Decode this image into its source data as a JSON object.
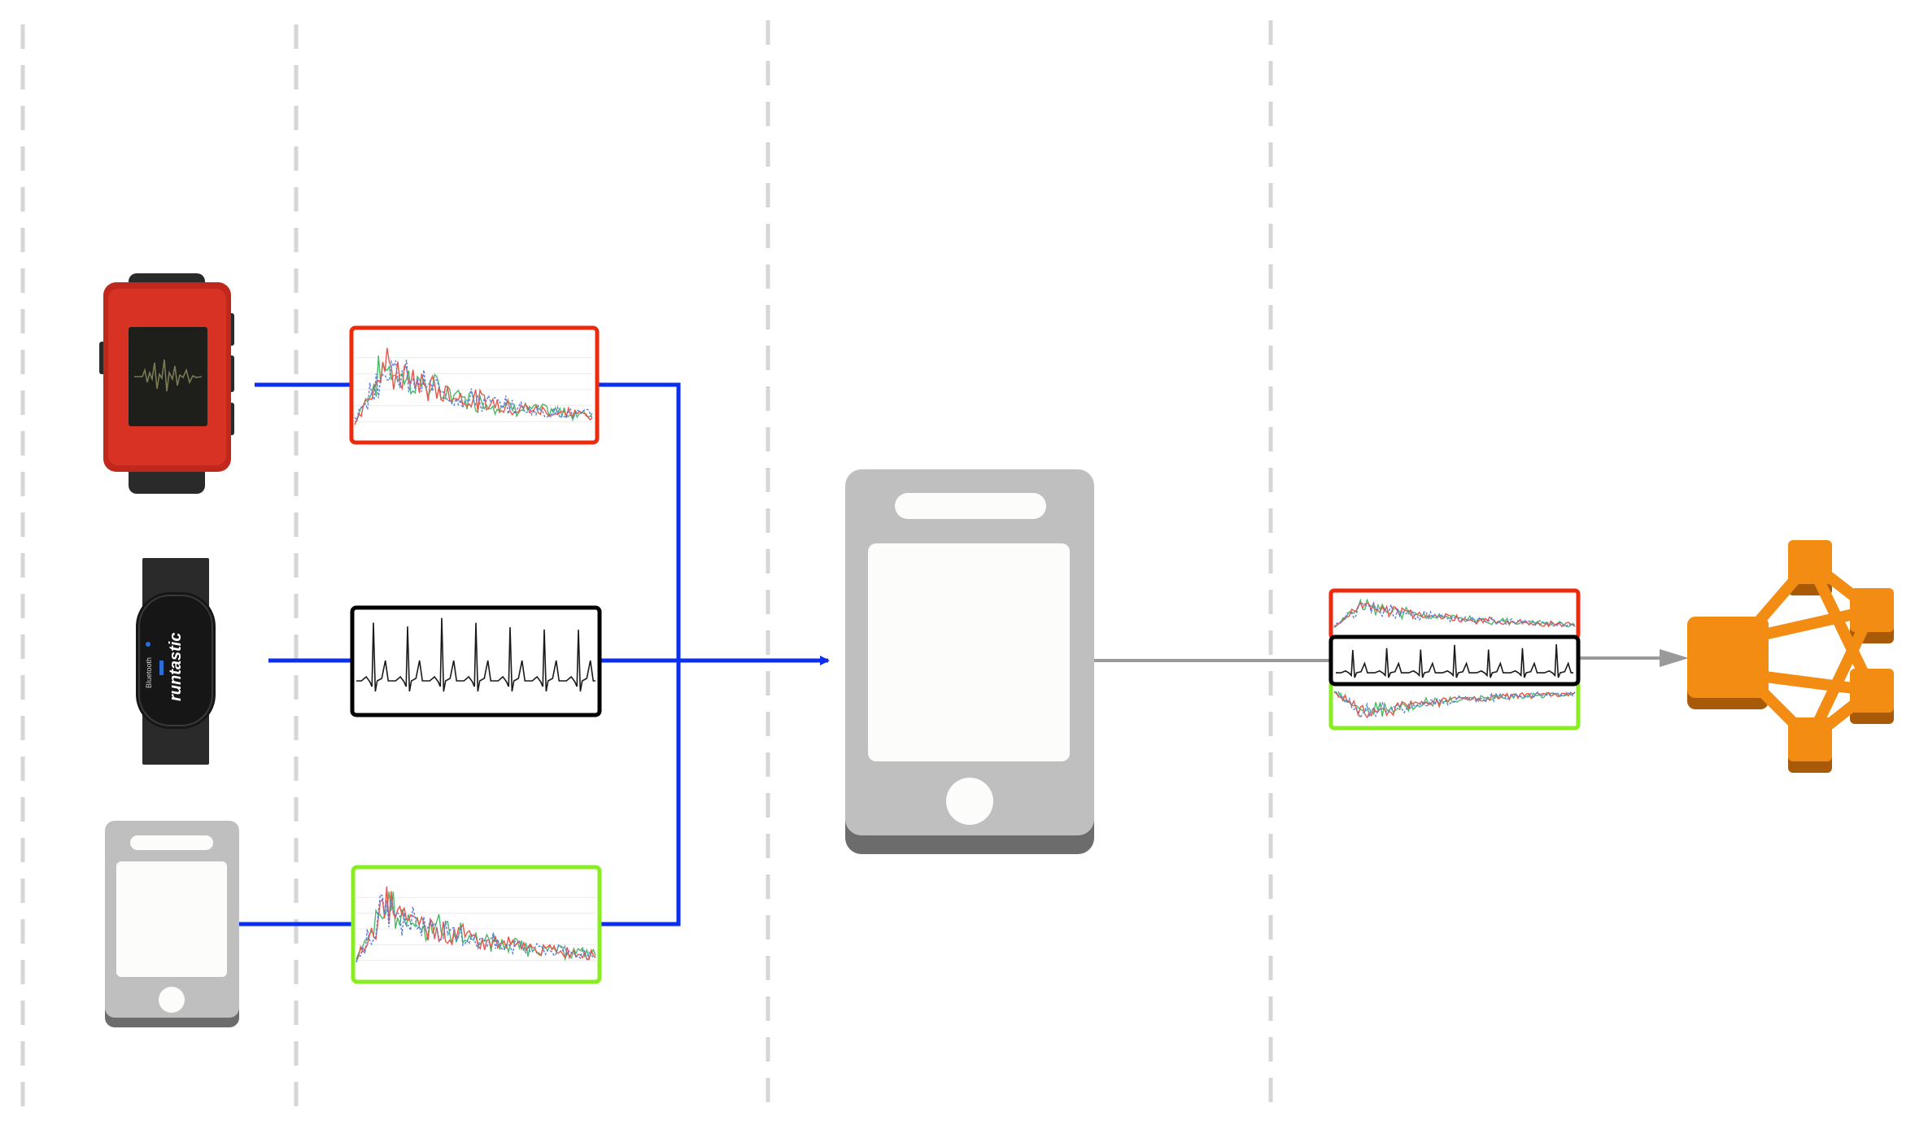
{
  "colors": {
    "flow_blue": "#0a2ff0",
    "flow_gray": "#9a9a9a",
    "stage_divider": "#d6d6d6",
    "frame_red": "#ee2a0c",
    "frame_black": "#000000",
    "frame_green": "#88ee22",
    "watch_body": "#c0281c",
    "strap": "#2a2a2a",
    "phone_body": "#bfbfbf",
    "phone_base": "#6c6c6c",
    "phone_screen": "#fcfcfa",
    "network_orange": "#f28c12",
    "network_orange_dark": "#a95a09",
    "trace_red": "#e8554a",
    "trace_green": "#4cb86a",
    "trace_blue": "#5b7fd8",
    "trace_black": "#1a1a1a"
  },
  "devices": {
    "smartwatch": {
      "icon": "smartwatch-icon"
    },
    "heart_rate_strap": {
      "icon": "chest-strap-icon",
      "brand": "runtastic",
      "label": "Bluetooth"
    },
    "source_phone": {
      "icon": "smartphone-icon"
    },
    "hub_phone": {
      "icon": "smartphone-icon"
    },
    "network": {
      "icon": "network-graph-icon"
    }
  },
  "signals": [
    {
      "id": "accelerometer-watch",
      "frame": "red",
      "trace": "multi-axis"
    },
    {
      "id": "ecg",
      "frame": "black",
      "trace": "ecg"
    },
    {
      "id": "accelerometer-phone",
      "frame": "green",
      "trace": "multi-axis"
    }
  ]
}
